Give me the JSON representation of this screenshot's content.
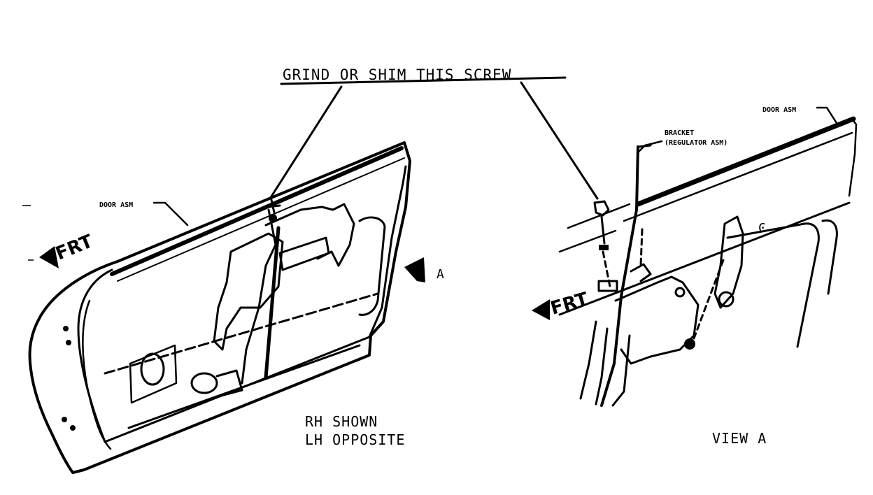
{
  "labels": {
    "callout": "GRIND OR SHIM THIS SCREW",
    "door_asm_left": "DOOR ASM",
    "frt_left": "FRT",
    "view_marker": "A",
    "rh_shown": "RH SHOWN",
    "lh_opposite": "LH OPPOSITE",
    "door_asm_right": "DOOR ASM",
    "bracket_line1": "BRACKET",
    "bracket_line2": "(REGULATOR ASM)",
    "frt_right": "FRT",
    "view_a": "VIEW A"
  },
  "icons": {
    "frt_arrow": "front-direction-arrow-icon",
    "view_arrow": "view-direction-arrow-icon"
  },
  "colors": {
    "ink": "#000000",
    "paper": "#ffffff"
  }
}
